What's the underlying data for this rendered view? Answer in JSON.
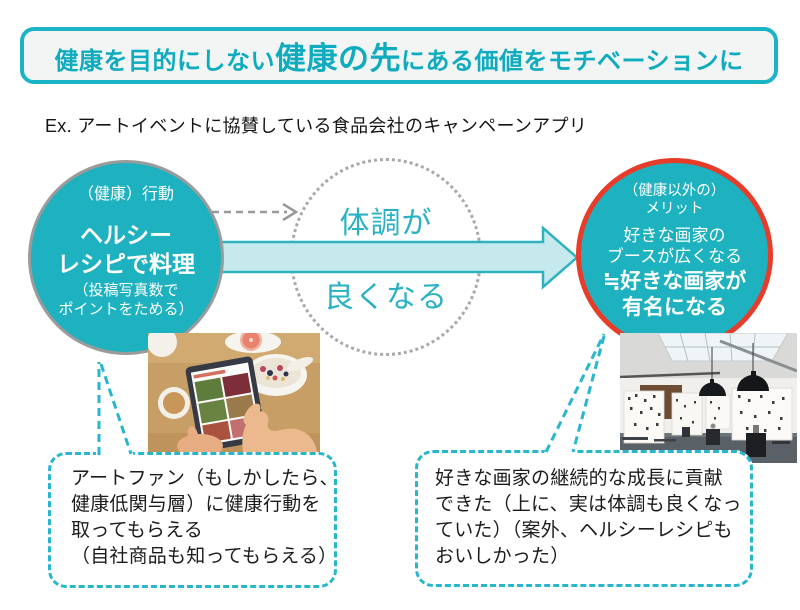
{
  "banner": {
    "pre": "健康を目的にしない",
    "emphasis": "健康の先",
    "post": "にある価値をモチベーションに"
  },
  "subtitle": "Ex. アートイベントに協賛している食品会社のキャンペーンアプリ",
  "diagram": {
    "action_circle": {
      "label": "（健康）行動",
      "title_line1": "ヘルシー",
      "title_line2": "レシピで料理",
      "note_line1": "（投稿写真数で",
      "note_line2": "ポイントをためる）"
    },
    "outcome_circle": {
      "line1": "体調が",
      "line2": "良くなる"
    },
    "merit_circle": {
      "label_line1": "（健康以外の）",
      "label_line2": "メリット",
      "sub_line1": "好きな画家の",
      "sub_line2": "ブースが広くなる",
      "title_line1": "≒好きな画家が",
      "title_line2": "有名になる"
    }
  },
  "callouts": {
    "left": {
      "lines": [
        "アートファン（もしかしたら、",
        "健康低関与層）に健康行動を",
        "取ってもらえる",
        "（自社商品も知ってもらえる）"
      ]
    },
    "right": {
      "lines": [
        "好きな画家の継続的な成長に貢献",
        "できた（上に、実は体調も良くなっ",
        "ていた）（案外、ヘルシーレシピも",
        "おいしかった）"
      ]
    }
  },
  "images": {
    "left": "tablet-recipe-photo",
    "right": "art-gallery-photo"
  },
  "colors": {
    "teal_fill": "#1eb1bf",
    "title_teal": "#0fabbe",
    "banner_border": "#1bb4c6",
    "banner_bg": "#f3f5f5",
    "merit_red_border": "#e73c2a",
    "action_gray_border": "#9b9b9b",
    "callout_cyan": "#27b6cd",
    "arrow_fill": "#c6e9ee",
    "arrow_stroke": "#2db2c0",
    "dashed_gray": "#999999",
    "text_dark": "#1b1b1b"
  }
}
